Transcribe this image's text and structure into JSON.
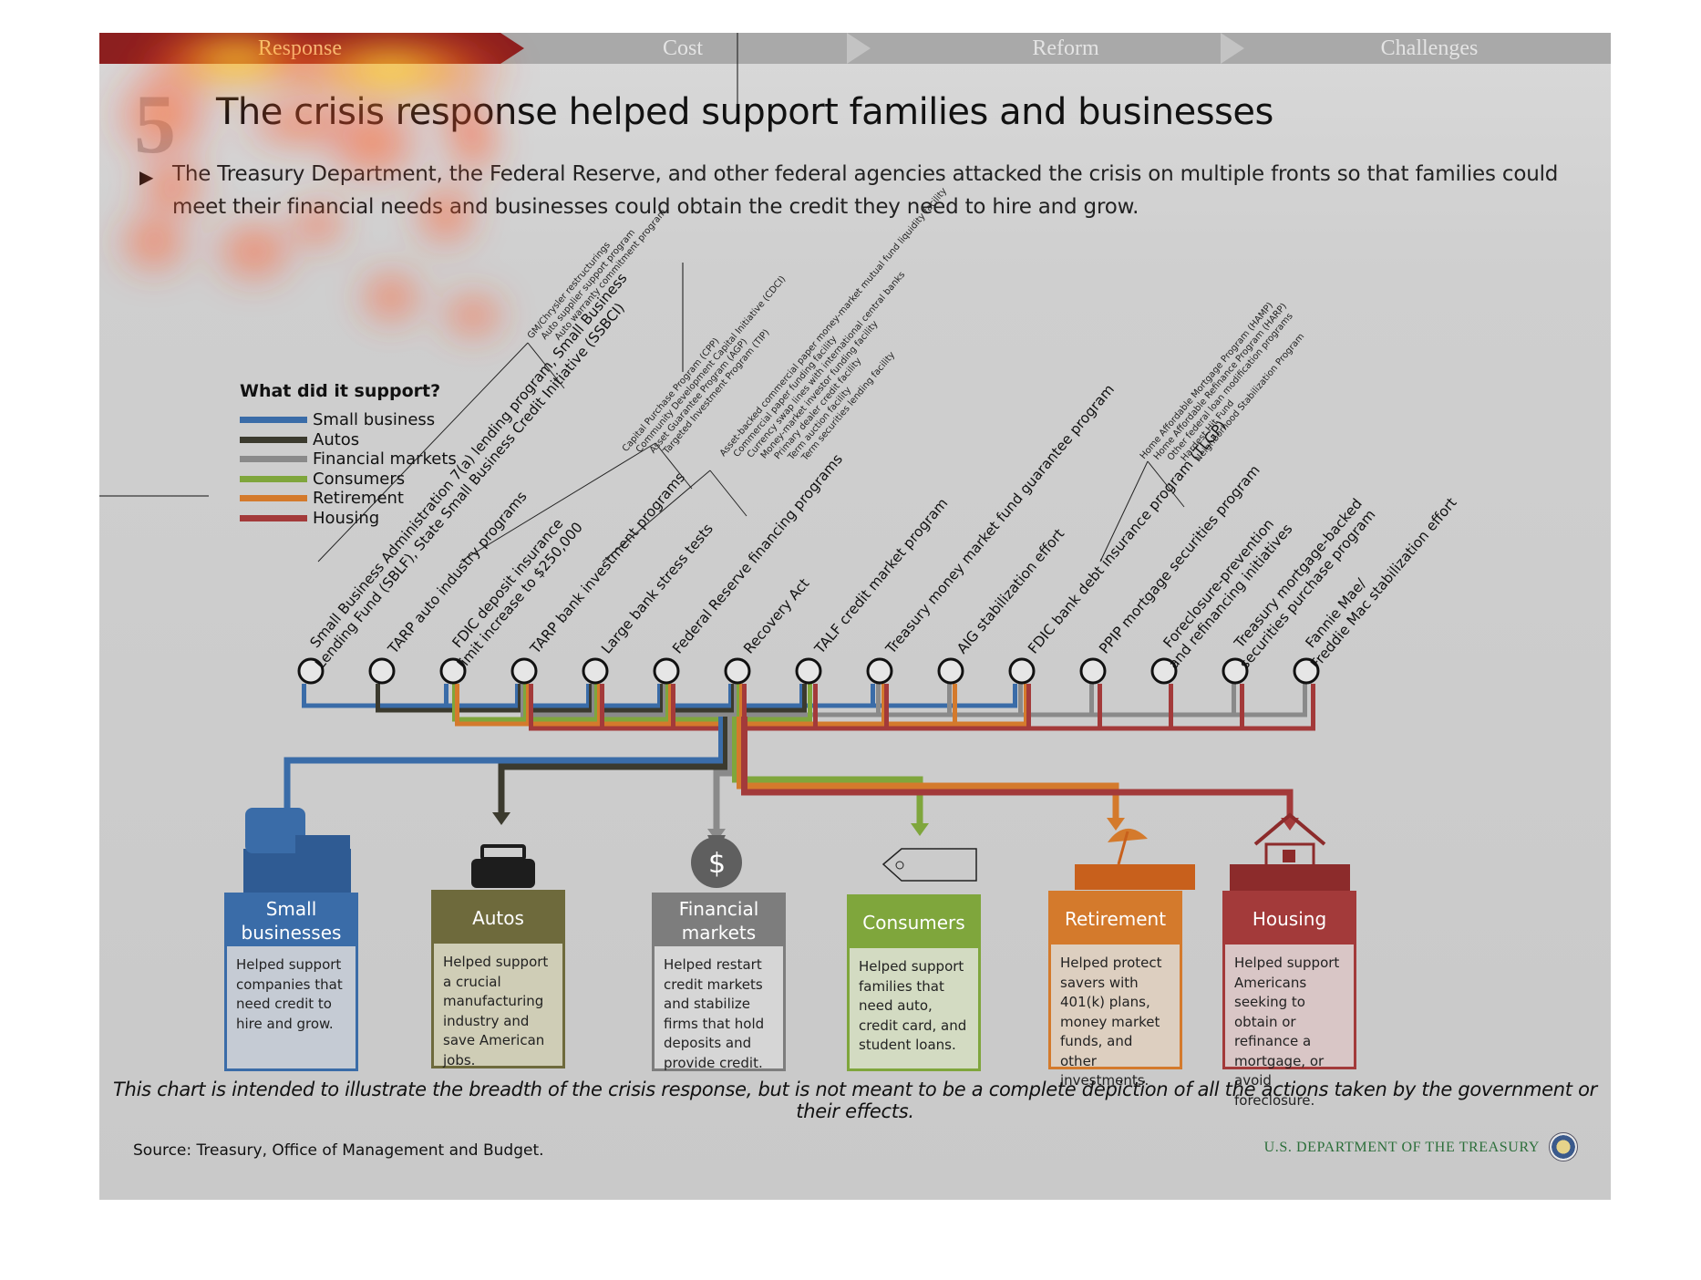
{
  "nav": {
    "tabs": [
      {
        "label": "Response",
        "active": true
      },
      {
        "label": "Cost",
        "active": false
      },
      {
        "label": "Reform",
        "active": false
      },
      {
        "label": "Challenges",
        "active": false
      }
    ]
  },
  "header": {
    "section_number": "5",
    "title": "The crisis response helped support families and businesses",
    "intro": "The Treasury Department, the Federal Reserve, and other federal agencies attacked the crisis on multiple fronts so that families could meet their financial needs and businesses could obtain the credit they need to hire and grow."
  },
  "legend": {
    "title": "What did it support?",
    "items": [
      {
        "label": "Small business",
        "color": "#3a6ca8"
      },
      {
        "label": "Autos",
        "color": "#3b3a2e"
      },
      {
        "label": "Financial markets",
        "color": "#8a8a8a"
      },
      {
        "label": "Consumers",
        "color": "#7fa63c"
      },
      {
        "label": "Retirement",
        "color": "#d47a2c"
      },
      {
        "label": "Housing",
        "color": "#a33a3a"
      }
    ]
  },
  "programs": [
    {
      "label": "Small Business Administration 7(a) lending program, Small Business Lending Fund (SBLF), State Small Business Credit Initiative (SSBCI)",
      "supports": [
        "Small business"
      ]
    },
    {
      "label": "TARP auto industry programs",
      "supports": [
        "Autos"
      ],
      "subprograms": [
        "GM/Chrysler restructurings",
        "Auto supplier support program",
        "Auto warranty commitment program"
      ]
    },
    {
      "label": "FDIC deposit insurance limit increase to $250,000",
      "supports": [
        "Small business",
        "Consumers",
        "Retirement"
      ]
    },
    {
      "label": "TARP bank investment programs",
      "supports": [
        "Small business",
        "Autos",
        "Financial markets",
        "Consumers",
        "Retirement",
        "Housing"
      ],
      "subprograms": [
        "Capital Purchase Program (CPP)",
        "Community Development Capital Initiative (CDCI)",
        "Asset Guarantee Program (AGP)",
        "Targeted Investment Program (TIP)"
      ]
    },
    {
      "label": "Large bank stress tests",
      "supports": [
        "Small business",
        "Autos",
        "Financial markets",
        "Consumers",
        "Retirement",
        "Housing"
      ]
    },
    {
      "label": "Federal Reserve financing programs",
      "supports": [
        "Small business",
        "Autos",
        "Financial markets",
        "Consumers",
        "Retirement",
        "Housing"
      ],
      "subprograms": [
        "Asset-backed commercial paper money-market mutual fund liquidity facility",
        "Commercial paper funding facility",
        "Currency swap lines with international central banks",
        "Money-market investor funding facility",
        "Primary dealer credit facility",
        "Term auction facility",
        "Term securities lending facility"
      ]
    },
    {
      "label": "Recovery Act",
      "supports": [
        "Small business",
        "Autos",
        "Financial markets",
        "Consumers",
        "Retirement",
        "Housing"
      ]
    },
    {
      "label": "TALF credit market program",
      "supports": [
        "Small business",
        "Autos",
        "Consumers",
        "Housing"
      ]
    },
    {
      "label": "Treasury money market fund guarantee program",
      "supports": [
        "Small business",
        "Financial markets",
        "Retirement",
        "Housing"
      ]
    },
    {
      "label": "AIG stabilization effort",
      "supports": [
        "Financial markets",
        "Retirement"
      ]
    },
    {
      "label": "FDIC bank debt insurance program (TLGP)",
      "supports": [
        "Small business",
        "Financial markets",
        "Retirement",
        "Housing"
      ]
    },
    {
      "label": "PPIP mortgage securities program",
      "supports": [
        "Financial markets",
        "Housing"
      ]
    },
    {
      "label": "Foreclosure-prevention and refinancing initiatives",
      "supports": [
        "Housing"
      ],
      "subprograms": [
        "Home Affordable Mortgage Program (HAMP)",
        "Home Affordable Refinance Program (HARP)",
        "Other federal loan modification programs",
        "Hardest Hit Fund",
        "Neighborhood Stabilization Program"
      ]
    },
    {
      "label": "Treasury mortgage-backed securities purchase program",
      "supports": [
        "Financial markets",
        "Housing"
      ]
    },
    {
      "label": "Fannie Mae/ Freddie Mac stabilization effort",
      "supports": [
        "Financial markets",
        "Housing"
      ]
    }
  ],
  "outcomes": [
    {
      "title": "Small businesses",
      "text": "Helped support companies that need credit to hire and grow.",
      "color": "#3a6ca8",
      "body_bg": "#c5cbd4"
    },
    {
      "title": "Autos",
      "text": "Helped support a crucial manufacturing industry and save American jobs.",
      "color": "#6e6a3c",
      "body_bg": "#cfcdb6"
    },
    {
      "title": "Financial markets",
      "text": "Helped restart credit markets and stabilize firms that hold deposits and provide credit.",
      "color": "#7d7d7d",
      "body_bg": "#d6d6d6"
    },
    {
      "title": "Consumers",
      "text": "Helped support families that need auto, credit card, and student loans.",
      "color": "#7fa63c",
      "body_bg": "#d3dbc2"
    },
    {
      "title": "Retirement",
      "text": "Helped protect savers with 401(k) plans, money market funds, and other investments.",
      "color": "#d47a2c",
      "body_bg": "#ddcfc0"
    },
    {
      "title": "Housing",
      "text": "Helped support Americans seeking to obtain or refinance a mortgage, or avoid foreclosure.",
      "color": "#a33a3a",
      "body_bg": "#d9c6c6"
    }
  ],
  "footer": {
    "disclaimer": "This chart is intended to illustrate the breadth of the crisis response, but is not meant to be a complete depiction of all the actions taken by the government or their effects.",
    "source": "Source: Treasury, Office of Management and Budget.",
    "agency": "U.S. DEPARTMENT OF THE TREASURY"
  }
}
